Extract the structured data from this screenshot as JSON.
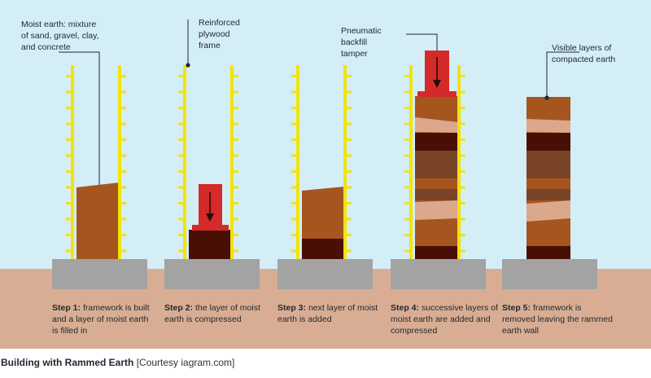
{
  "annotations": {
    "moist_earth": [
      "Moist earth: mixture",
      "of sand, gravel, clay,",
      "and concrete"
    ],
    "plywood": [
      "Reinforced",
      "plywood",
      "frame"
    ],
    "tamper": [
      "Pneumatic",
      "backfill",
      "tamper"
    ],
    "layers": [
      "Visible layers of",
      "compacted earth"
    ]
  },
  "steps": [
    {
      "num": "Step 1:",
      "lines": [
        "framework is built",
        "and a layer of moist earth",
        "is filled in"
      ]
    },
    {
      "num": "Step 2:",
      "lines": [
        "the layer of moist",
        "earth is compressed"
      ]
    },
    {
      "num": "Step 3:",
      "lines": [
        "next layer of moist",
        "earth is added"
      ]
    },
    {
      "num": "Step 4:",
      "lines": [
        "successive layers of",
        "moist earth are added and",
        "compressed"
      ]
    },
    {
      "num": "Step 5:",
      "lines": [
        "framework is",
        "removed leaving the rammed",
        "earth wall"
      ]
    }
  ],
  "caption": {
    "title": "Building with Rammed Earth",
    "source": "[Courtesy iagram.com]"
  },
  "colors": {
    "sky": "#d4eef7",
    "ground": "#d9ad93",
    "base": "#a3a3a3",
    "frame": "#f2e30a",
    "earth": "#a6551f",
    "compacted": "#4a0f04",
    "tamper": "#d52a2a",
    "layer_dark_brown": "#7a4428",
    "layer_light": "#dba88c"
  }
}
